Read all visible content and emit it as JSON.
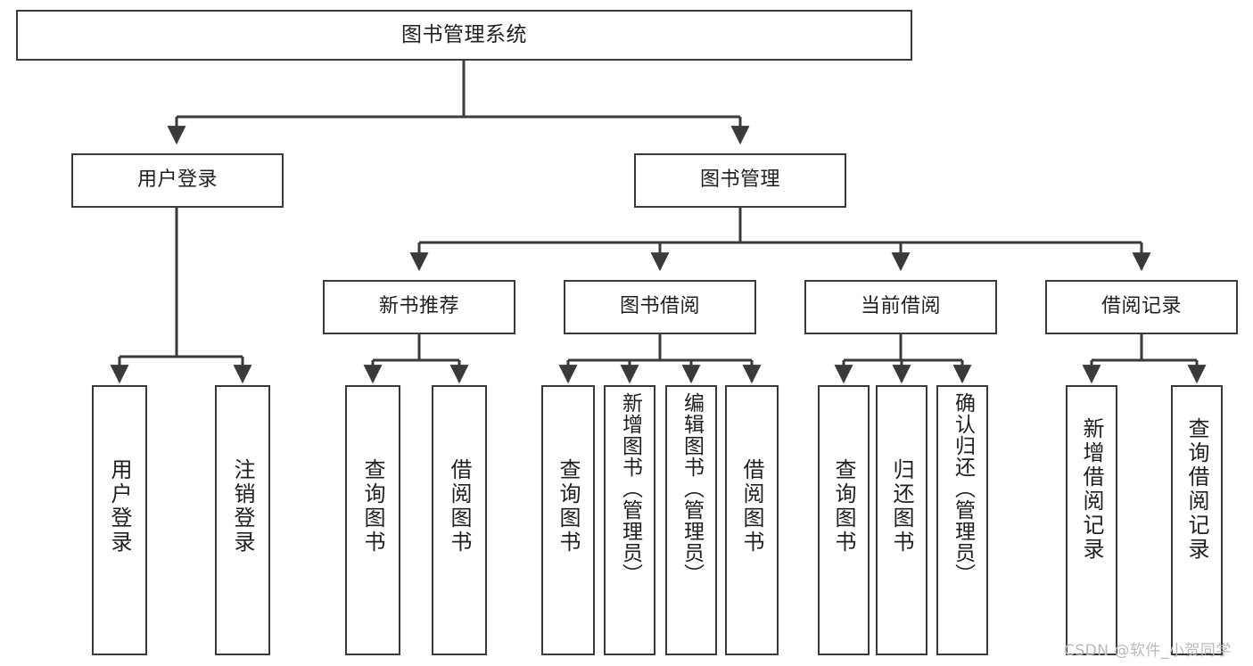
{
  "diagram": {
    "title": "图书管理系统",
    "type": "tree-structure-chart",
    "edge_color": "#3a3a3a",
    "box_border_color": "#3a3a3a",
    "box_fill": "#ffffff",
    "text_color": "#1f1f1f",
    "watermark": "CSDN @软件_小贺同学"
  },
  "nodes": {
    "root": {
      "label": "图书管理系统"
    },
    "level2": [
      {
        "id": "user-login",
        "label": "用户登录"
      },
      {
        "id": "book-manage",
        "label": "图书管理"
      }
    ],
    "level3": [
      {
        "id": "new-book-recommend",
        "label": "新书推荐"
      },
      {
        "id": "book-borrow",
        "label": "图书借阅"
      },
      {
        "id": "current-borrow",
        "label": "当前借阅"
      },
      {
        "id": "borrow-record",
        "label": "借阅记录"
      }
    ],
    "leaves": {
      "user_login": [
        {
          "id": "leaf-user-login",
          "label": "用户登录"
        },
        {
          "id": "leaf-logout",
          "label": "注销登录"
        }
      ],
      "new_book_recommend": [
        {
          "id": "leaf-query-book-1",
          "label": "查询图书"
        },
        {
          "id": "leaf-borrow-book-1",
          "label": "借阅图书"
        }
      ],
      "book_borrow": [
        {
          "id": "leaf-query-book-2",
          "label": "查询图书"
        },
        {
          "id": "leaf-add-book",
          "label": "新增图书（管理员）"
        },
        {
          "id": "leaf-edit-book",
          "label": "编辑图书（管理员）"
        },
        {
          "id": "leaf-borrow-book-2",
          "label": "借阅图书"
        }
      ],
      "current_borrow": [
        {
          "id": "leaf-query-book-3",
          "label": "查询图书"
        },
        {
          "id": "leaf-return-book",
          "label": "归还图书"
        },
        {
          "id": "leaf-confirm-return",
          "label": "确认归还（管理员）"
        }
      ],
      "borrow_record": [
        {
          "id": "leaf-add-record",
          "label": "新增借阅记录"
        },
        {
          "id": "leaf-query-record",
          "label": "查询借阅记录"
        }
      ]
    }
  }
}
